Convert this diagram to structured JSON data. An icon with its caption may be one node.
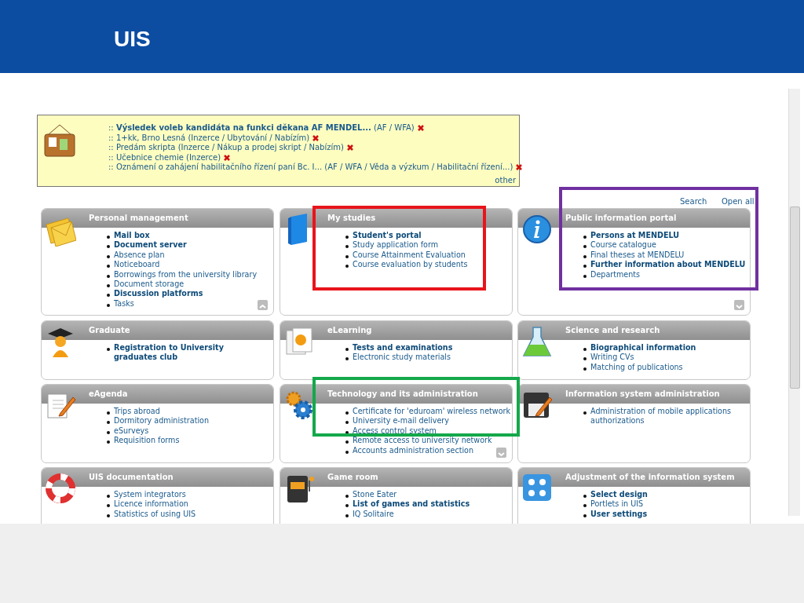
{
  "diagram": {
    "title": "UIS",
    "nodes": [
      {
        "text": [
          ":: **Výsledek voleb kandidáta na funkci děkana AF MENDEL...** (AF / WFA)",
          ":: 1+kk, Brno Lesná (Inzerce / Ubytování / Nabízím)",
          ":: Predám skripta (Inzerce / Nákup a prodej skript / Nabízím)",
          ":: Učebnice chemie (Inzerce)",
          ":: Oznámení o zahájení habilitačního řízení paní Bc. I... (AF / WFA / Věda a výzkum / Habilitační řízení...)",
          "other"
        ]
      },
      {
        "text": [
          "Personal management",
          "Mail box",
          "Document server",
          "Absence plan",
          "Noticeboard",
          "Borrowings from the university library",
          "Document storage",
          "Discussion platforms",
          "Tasks"
        ]
      },
      {
        "text": [
          "My studies",
          "Student's portal",
          "Study application form",
          "Course Attainment Evaluation",
          "Course evaluation by students"
        ]
      },
      {
        "text": [
          "Public information portal",
          "Persons at MENDELU",
          "Course catalogue",
          "Final theses at MENDELU",
          "Further information about MENDELU",
          "Departments"
        ]
      },
      {
        "text": [
          "Graduate",
          "Registration to University graduates club"
        ]
      },
      {
        "text": [
          "eLearning",
          "Tests and examinations",
          "Electronic study materials"
        ]
      },
      {
        "text": [
          "Science and research",
          "Biographical information",
          "Writing CVs",
          "Matching of publications"
        ]
      },
      {
        "text": [
          "eAgenda",
          "Trips abroad",
          "Dormitory administration",
          "eSurveys",
          "Requisition forms"
        ]
      },
      {
        "text": [
          "Technology and its administration",
          "Certificate for 'eduroam' wireless network",
          "University e-mail delivery",
          "Access control system",
          "Remote access to university network",
          "Accounts administration section"
        ]
      },
      {
        "text": [
          "Information system administration",
          "Administration of mobile applications authorizations"
        ]
      },
      {
        "text": [
          "UIS documentation",
          "System integrators",
          "Licence information",
          "Statistics of using UIS"
        ]
      },
      {
        "text": [
          "Game room",
          "Stone Eater",
          "List of games and statistics",
          "IQ Solitaire"
        ]
      },
      {
        "text": [
          "Adjustment of the information system",
          "Select design",
          "Portlets in UIS",
          "User settings"
        ]
      }
    ],
    "labels": [
      "Search",
      "Open all"
    ]
  }
}
